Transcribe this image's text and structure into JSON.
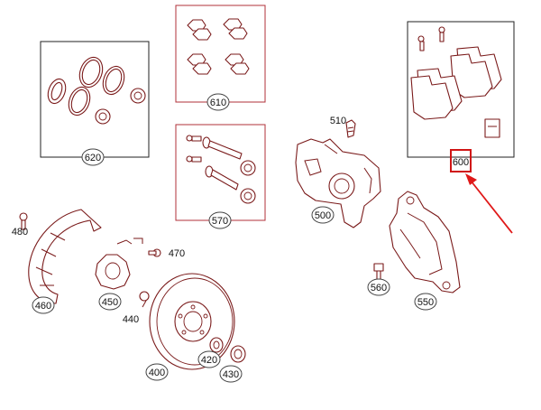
{
  "callouts": {
    "p400": "400",
    "p420": "420",
    "p430": "430",
    "p440": "440",
    "p450": "450",
    "p460": "460",
    "p470": "470",
    "p480": "480",
    "p500": "500",
    "p510": "510",
    "p550": "550",
    "p560": "560",
    "p570": "570",
    "p600": "600",
    "p610": "610",
    "p620": "620"
  },
  "highlight": {
    "target": "600",
    "color": "#e01818"
  }
}
